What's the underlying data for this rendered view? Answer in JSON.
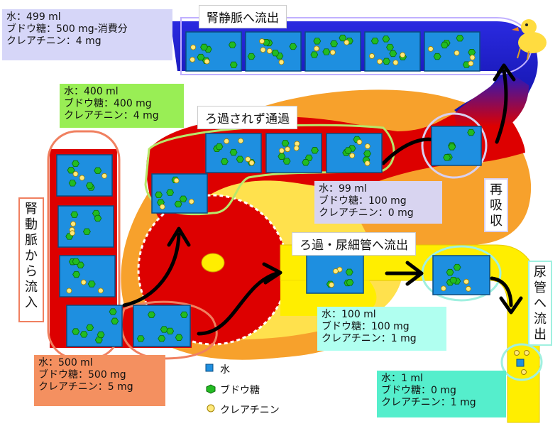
{
  "top_left_label": [
    "水：499 ml",
    "ブドウ糖：500 mg-消費分",
    "クレアチニン：4 mg"
  ],
  "vein_title": "腎静脈へ流出",
  "mid_left_label": [
    "水：400 ml",
    "ブドウ糖：400 mg",
    "クレアチニン：4 mg"
  ],
  "no_filter_title": "ろ過されず通過",
  "reabsorb_label": [
    "水：99 ml",
    "ブドウ糖：100 mg",
    "クレアチニン：0 mg"
  ],
  "reabsorb_title": [
    "再",
    "吸",
    "収"
  ],
  "artery_title": [
    "腎",
    "動",
    "脈",
    "か",
    "ら",
    "流",
    "入"
  ],
  "filter_title": "ろ過・尿細管へ流出",
  "tubule_label": [
    "水：100 ml",
    "ブドウ糖：100 mg",
    "クレアチニン：1 mg"
  ],
  "ureter_title": [
    "尿",
    "管",
    "へ",
    "流",
    "出"
  ],
  "inflow_label": [
    "水：500 ml",
    "ブドウ糖：500 mg",
    "クレアチニン：5 mg"
  ],
  "urine_label": [
    "水：1 ml",
    "ブドウ糖：0 mg",
    "クレアチニン：1 mg"
  ],
  "legend": {
    "water": "水",
    "glucose": "ブドウ糖",
    "creatinine": "クレアチニン"
  },
  "colors": {
    "blood": "#dd0000",
    "vein": "#1a1acc",
    "tubule": "#ffee00",
    "tissue": "#f7a12c",
    "water": "#1e8fe0",
    "glucose": "#22bb22",
    "creatinine": "#ffe97a"
  }
}
